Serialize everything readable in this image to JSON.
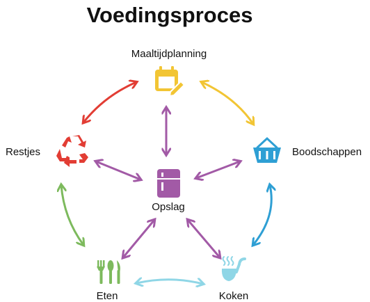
{
  "title": "Voedingsproces",
  "nodes": {
    "planning": {
      "label": "Maaltijdplanning",
      "icon": "calendar-edit-icon",
      "color": "#f2c534"
    },
    "shopping": {
      "label": "Boodschappen",
      "icon": "shopping-basket-icon",
      "color": "#2e9fd4"
    },
    "cooking": {
      "label": "Koken",
      "icon": "ladle-steam-icon",
      "color": "#8fd6e6"
    },
    "eating": {
      "label": "Eten",
      "icon": "cutlery-icon",
      "color": "#7dba5d"
    },
    "leftovers": {
      "label": "Restjes",
      "icon": "recycle-icon",
      "color": "#e23d34"
    },
    "storage": {
      "label": "Opslag",
      "icon": "fridge-icon",
      "color": "#a25aa6"
    }
  },
  "colors": {
    "cycle_planning_shopping": "#f2c534",
    "cycle_shopping_cooking": "#2e9fd4",
    "cycle_cooking_eating": "#8fd6e6",
    "cycle_eating_leftovers": "#7dba5d",
    "cycle_leftovers_planning": "#e23d34",
    "storage_links": "#a25aa6"
  }
}
